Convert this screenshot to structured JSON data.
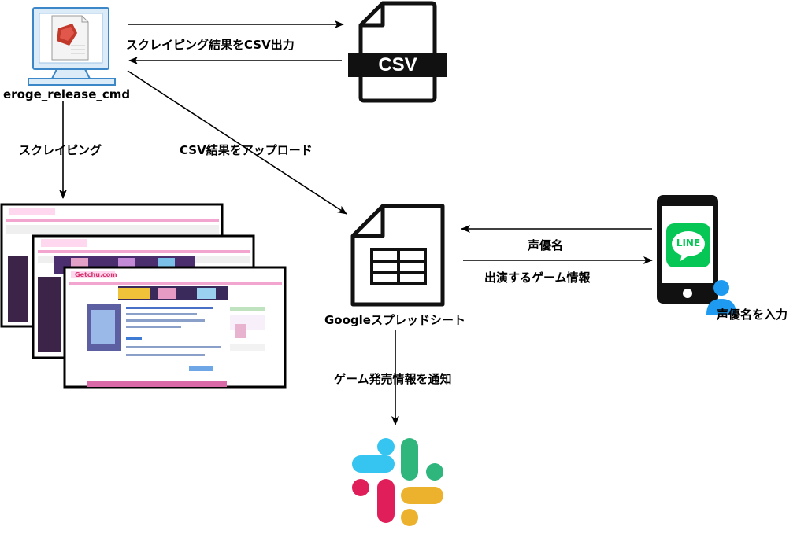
{
  "nodes": {
    "cmd": {
      "label": "eroge_release_cmd"
    },
    "csv_file": {
      "label": "CSV"
    },
    "sheet": {
      "label": "Googleスプレッドシート"
    },
    "line_app": {
      "label": "LINE",
      "user_label": "声優名を入力"
    },
    "website": {
      "logo_text": "Getchu.com"
    }
  },
  "edges": {
    "cmd_to_csv": "スクレイピング結果をCSV出力",
    "cmd_to_site": "スクレイピング",
    "cmd_to_sheet": "CSV結果をアップロード",
    "line_to_sheet": "声優名",
    "sheet_to_line": "出演するゲーム情報",
    "sheet_to_slack": "ゲーム発売情報を通知"
  },
  "colors": {
    "line_green": "#06c755",
    "monitor_blue": "#d9ecfb",
    "slack_blue": "#36c5f0",
    "slack_green": "#2eb67d",
    "slack_yellow": "#ecb22e",
    "slack_red": "#e01e5a",
    "user_blue": "#1e9bf0",
    "ruby_red": "#c0392b"
  }
}
